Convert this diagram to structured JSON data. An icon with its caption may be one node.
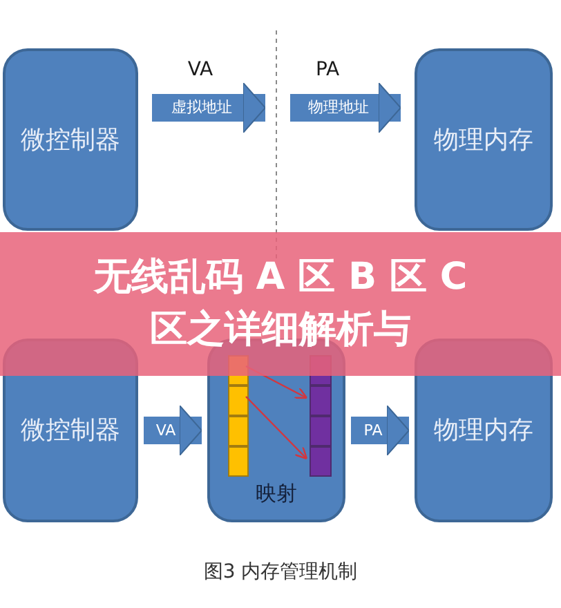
{
  "diagram": {
    "title": "无线乱码 A 区 B 区 C 区之详细解析与",
    "caption": "图3 内存管理机制",
    "nodes": [
      {
        "text": [
          "微控制器"
        ]
      },
      {
        "text": [
          "物理内存"
        ]
      },
      {
        "text": [
          "微控制器"
        ]
      },
      {
        "text": [
          "映射"
        ]
      },
      {
        "text": [
          "物理内存"
        ]
      },
      {
        "text": [],
        "shape": "box",
        "in": 3
      },
      {
        "text": [],
        "shape": "box",
        "in": 3
      },
      {
        "text": [],
        "shape": "box",
        "in": 3
      },
      {
        "text": [],
        "shape": "box",
        "in": 3
      },
      {
        "text": [],
        "shape": "box",
        "in": 3
      },
      {
        "text": [],
        "shape": "box",
        "in": 3
      },
      {
        "text": [],
        "shape": "box",
        "in": 3
      },
      {
        "text": [],
        "shape": "box",
        "in": 3
      }
    ],
    "edges": [
      {
        "from": 0,
        "to": null,
        "arrow": "to",
        "label": "虚拟地址"
      },
      {
        "from": null,
        "to": 1,
        "arrow": "to",
        "label": "物理地址"
      },
      {
        "from": 2,
        "to": 3,
        "arrow": "to",
        "label": "VA"
      },
      {
        "from": 3,
        "to": 4,
        "arrow": "to",
        "label": "PA"
      },
      {
        "from": 5,
        "to": 10,
        "arrow": "to",
        "color": "#d2373f"
      },
      {
        "from": 6,
        "to": 12,
        "arrow": "to",
        "color": "#d2373f"
      }
    ],
    "labels": [
      "VA",
      "PA"
    ]
  }
}
